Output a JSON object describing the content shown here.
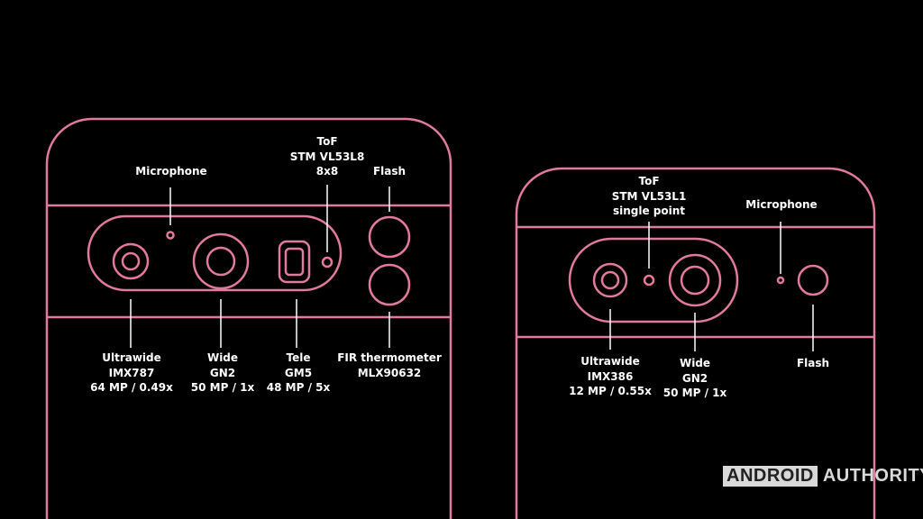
{
  "colors": {
    "outline": "#e27a9c",
    "text": "#ffffff",
    "background": "#000000"
  },
  "left_phone": {
    "microphone": [
      "Microphone"
    ],
    "tof": [
      "ToF",
      "STM VL53L8",
      "8x8"
    ],
    "flash": [
      "Flash"
    ],
    "ultrawide": [
      "Ultrawide",
      "IMX787",
      "64 MP / 0.49x"
    ],
    "wide": [
      "Wide",
      "GN2",
      "50 MP / 1x"
    ],
    "tele": [
      "Tele",
      "GM5",
      "48 MP / 5x"
    ],
    "fir": [
      "FIR thermometer",
      "MLX90632"
    ]
  },
  "right_phone": {
    "tof": [
      "ToF",
      "STM VL53L1",
      "single point"
    ],
    "microphone": [
      "Microphone"
    ],
    "ultrawide": [
      "Ultrawide",
      "IMX386",
      "12 MP / 0.55x"
    ],
    "wide": [
      "Wide",
      "GN2",
      "50 MP / 1x"
    ],
    "flash": [
      "Flash"
    ]
  },
  "watermark": {
    "part1": "ANDROID",
    "part2": "AUTHORITY"
  }
}
